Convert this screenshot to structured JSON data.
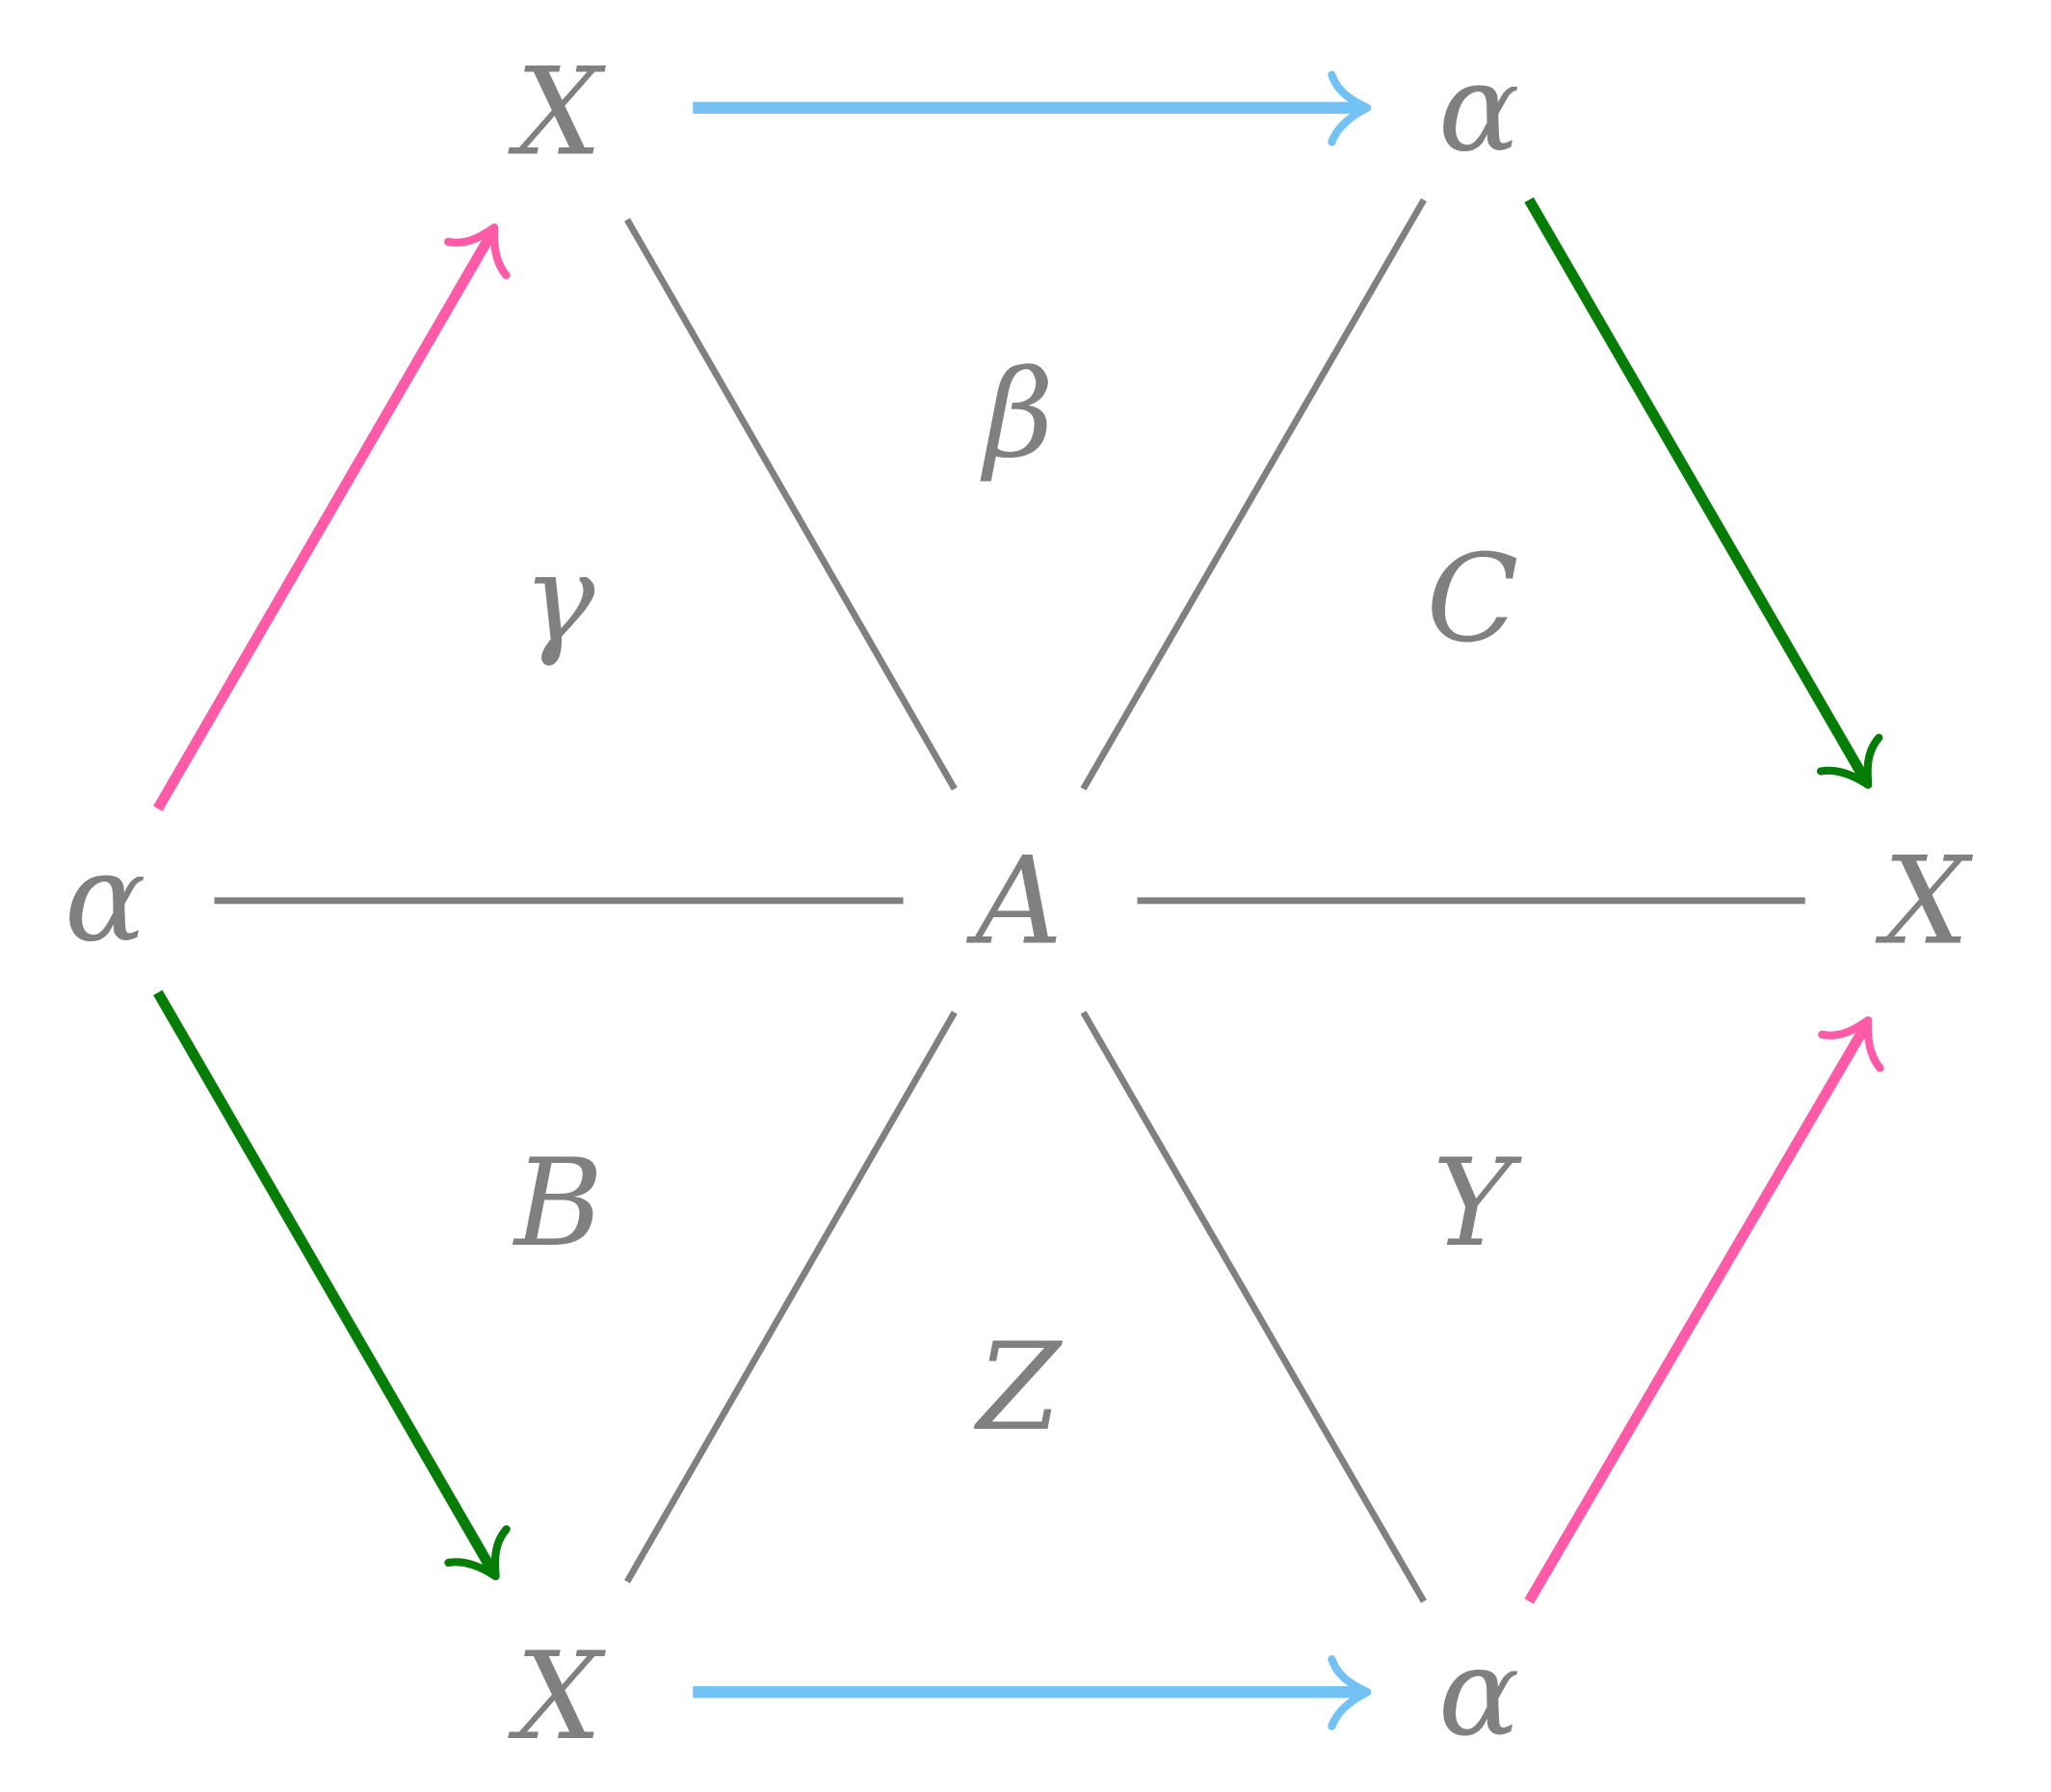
{
  "nodes": {
    "top_left": "X",
    "top_right": "α",
    "left": "α",
    "center": "A",
    "right": "X",
    "bottom_left": "X",
    "bottom_right": "α"
  },
  "faces": {
    "top": "β",
    "upper_left": "γ",
    "upper_right": "C",
    "lower_left": "B",
    "lower_right": "Y",
    "bottom": "Z"
  },
  "colors": {
    "text": "#808080",
    "blue_arrow": "#73c2f5",
    "pink_arrow": "#ff5aa8",
    "green_arrow": "#067d06",
    "gray_edge": "#808080"
  }
}
